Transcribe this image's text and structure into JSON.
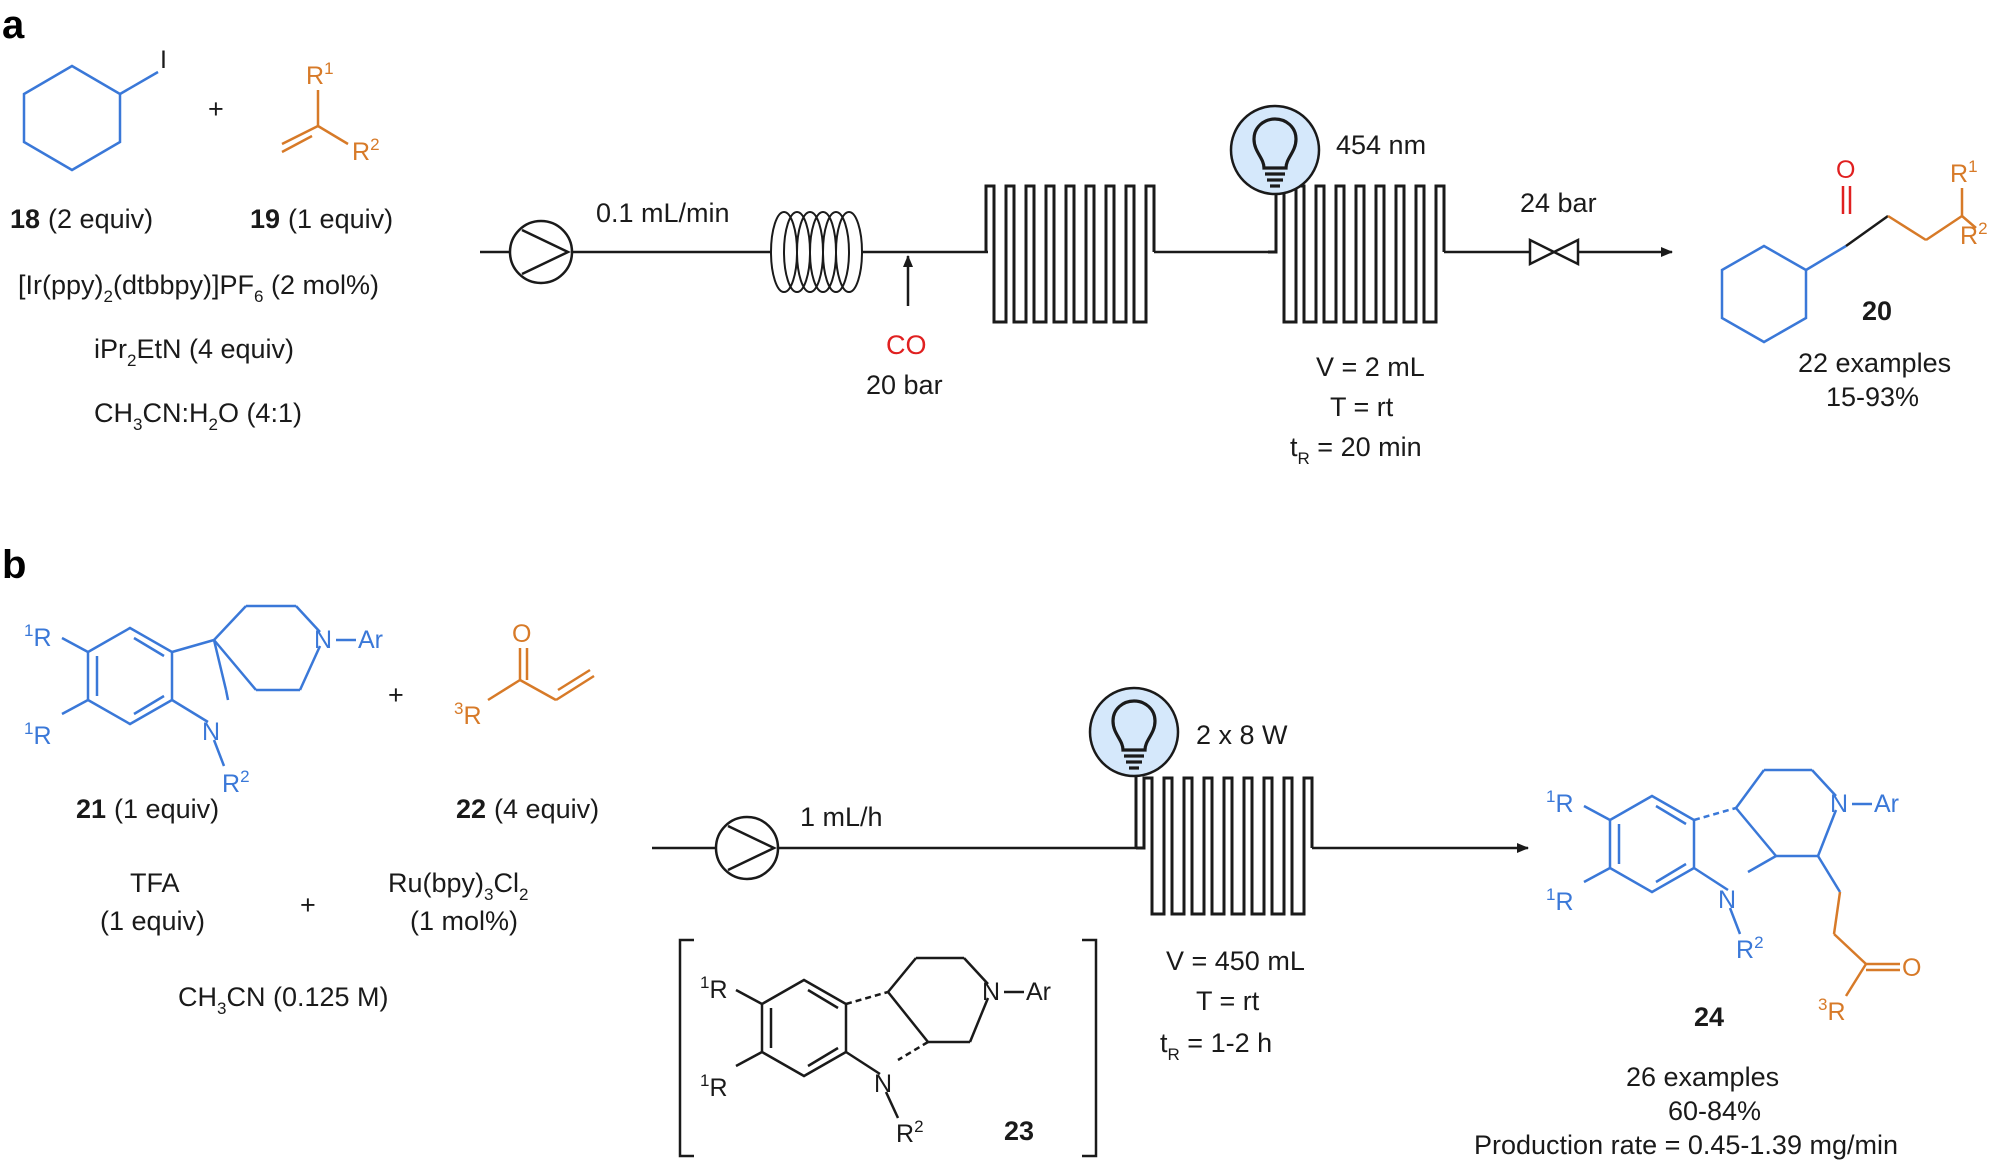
{
  "panel_a": {
    "label": "a",
    "cyclohexyl_iodide_atom": "I",
    "plus": "+",
    "alkene_r1": "R",
    "alkene_r1_sup": "1",
    "alkene_r2": "R",
    "alkene_r2_sup": "2",
    "reagent18_num": "18",
    "reagent18_eq": "(2 equiv)",
    "reagent19_num": "19",
    "reagent19_eq": "(1 equiv)",
    "catalyst": {
      "p1": "[Ir(ppy)",
      "s1": "2",
      "p2": "(dtbbpy)]PF",
      "s2": "6",
      "p3": " (2 mol%)"
    },
    "base": {
      "p1": "iPr",
      "s1": "2",
      "p2": "EtN (4 equiv)"
    },
    "solvent": {
      "p1": "CH",
      "s1": "3",
      "p2": "CN:H",
      "s2": "2",
      "p3": "O (4:1)"
    },
    "flow_rate": "0.1 mL/min",
    "gas": "CO",
    "gas_pressure": "20 bar",
    "light": "454 nm",
    "bpr": "24 bar",
    "volume": "V = 2 mL",
    "temp": "T = rt",
    "tr": {
      "p1": "t",
      "s1": "R",
      "p2": " = 20 min"
    },
    "product_o": "O",
    "product_r1": "R",
    "product_r1_sup": "1",
    "product_r2": "R",
    "product_r2_sup": "2",
    "product_num": "20",
    "examples": "22 examples",
    "yield": "15-93%"
  },
  "panel_b": {
    "label": "b",
    "r1_top": {
      "sup": "1",
      "p": "R"
    },
    "r1_bot": {
      "sup": "1",
      "p": "R"
    },
    "n_ring": "N",
    "ar": "Ar",
    "n_indole": "N",
    "r2": "R",
    "r2_sup": "2",
    "plus1": "+",
    "enone_o": "O",
    "enone_r3": {
      "sup": "3",
      "p": "R"
    },
    "reagent21_num": "21",
    "reagent21_eq": "(1 equiv)",
    "reagent22_num": "22",
    "reagent22_eq": "(4 equiv)",
    "acid_l1": "TFA",
    "acid_l2": "(1 equiv)",
    "plus2": "+",
    "photocat": {
      "p1": "Ru(bpy)",
      "s1": "3",
      "p2": "Cl",
      "s2": "2"
    },
    "photocat_l2": "(1 mol%)",
    "solvent": {
      "p1": "CH",
      "s1": "3",
      "p2": "CN (0.125 M)"
    },
    "flow_rate": "1 mL/h",
    "light": "2 x 8 W",
    "volume": "V = 450 mL",
    "temp": "T = rt",
    "tr": {
      "p1": "t",
      "s1": "R",
      "p2": " = 1-2 h"
    },
    "intermediate_num": "23",
    "product_num": "24",
    "product_o": "O",
    "examples": "26 examples",
    "yield": "60-84%",
    "production_rate": "Production rate = 0.45-1.39 mg/min"
  }
}
